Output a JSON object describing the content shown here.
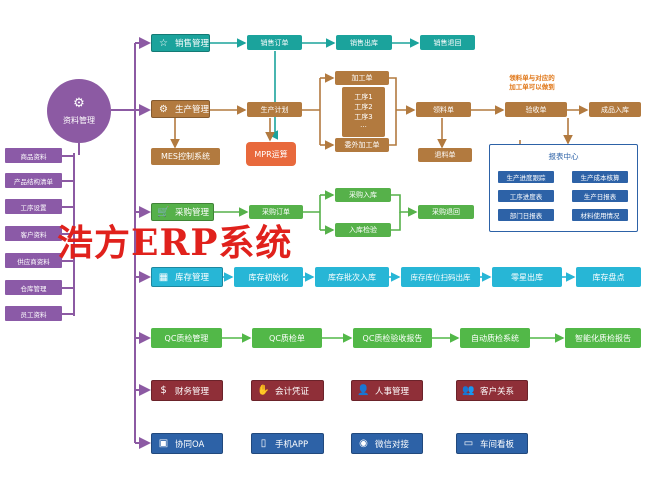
{
  "hub": {
    "label": "资料管理",
    "icon": "gear-icon"
  },
  "side_items": [
    "商品资料",
    "产品结构清单",
    "工序设置",
    "客户资料",
    "供应商资料",
    "仓库管理",
    "员工资料"
  ],
  "sales": {
    "module": "销售管理",
    "icon": "star-icon",
    "steps": [
      "销售订单",
      "销售出库",
      "销售退回"
    ]
  },
  "production": {
    "module": "生产管理",
    "icon": "gear-icon",
    "plan": "生产计划",
    "mes": "MES控制系统",
    "mpr": "MPR运算",
    "jiagong": "加工单",
    "processes": [
      "工序1",
      "工序2",
      "工序3",
      "···"
    ],
    "outsource": "委外加工单",
    "lingliao": "领料单",
    "tuiliao": "退料单",
    "yanshou": "验收单",
    "chengpin": "成品入库",
    "note": [
      "领料单与对应的",
      "加工单可以做到"
    ]
  },
  "report": {
    "title": "报表中心",
    "items": [
      "生产进度跟踪",
      "生产成本核算",
      "工序进度表",
      "生产日报表",
      "部门日报表",
      "材料使用情况"
    ]
  },
  "purchase": {
    "module": "采购管理",
    "icon": "cart-icon",
    "order": "采购订单",
    "in": "采购入库",
    "inspect": "入库检验",
    "return": "采购退回"
  },
  "inventory": {
    "module": "库存管理",
    "icon": "warehouse-icon",
    "steps": [
      "库存初始化",
      "库存批次入库",
      "库存库位扫码出库",
      "零星出库",
      "库存盘点"
    ]
  },
  "qc": {
    "module": "QC质检管理",
    "steps": [
      "QC质检单",
      "QC质检验收报告",
      "自动质检系统",
      "智能化质检报告"
    ]
  },
  "finance": {
    "items": [
      {
        "label": "财务管理",
        "icon": "dollar-icon"
      },
      {
        "label": "会计凭证",
        "icon": "handshake-icon"
      },
      {
        "label": "人事管理",
        "icon": "person-icon"
      },
      {
        "label": "客户关系",
        "icon": "people-icon"
      }
    ]
  },
  "office": {
    "items": [
      {
        "label": "协同OA",
        "icon": "briefcase-icon"
      },
      {
        "label": "手机APP",
        "icon": "mobile-icon"
      },
      {
        "label": "微信对接",
        "icon": "wechat-icon"
      },
      {
        "label": "车间看板",
        "icon": "monitor-icon"
      }
    ]
  },
  "watermark": "浩方ERP系统",
  "colors": {
    "purple": "#8c5aa3",
    "teal": "#1ba39c",
    "brown": "#b27a3f",
    "green": "#56b14a",
    "cyan": "#27b6d6",
    "maroon": "#8f2f38",
    "navy": "#2d62a7",
    "orange": "#e8693c"
  }
}
